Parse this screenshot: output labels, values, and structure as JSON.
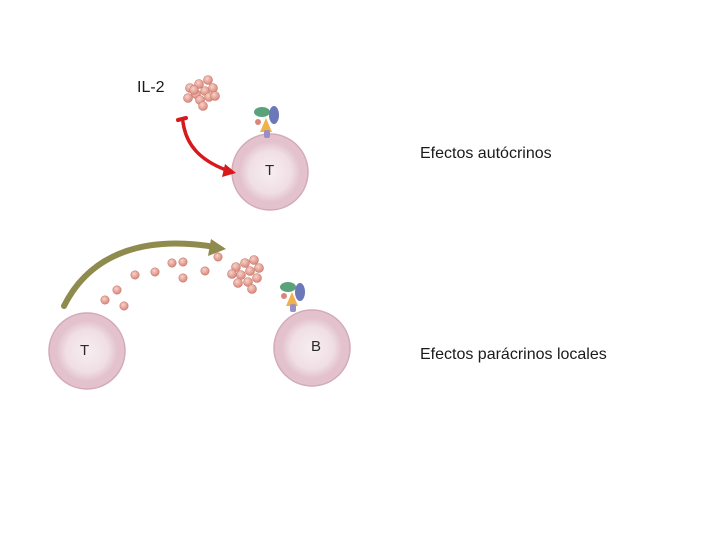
{
  "cytokine_label": "IL-2",
  "cells": {
    "autocrine_t": "T",
    "paracrine_t": "T",
    "paracrine_b": "B"
  },
  "effects": {
    "autocrine": "Efectos autócrinos",
    "paracrine": "Efectos parácrinos locales"
  },
  "colors": {
    "cell_outer": "#e7cdd6",
    "cell_inner": "#f2e4e9",
    "cytokine": "#e9a59a",
    "autocrine_arrow": "#d7191b",
    "paracrine_arrow": "#8f8b4e"
  }
}
